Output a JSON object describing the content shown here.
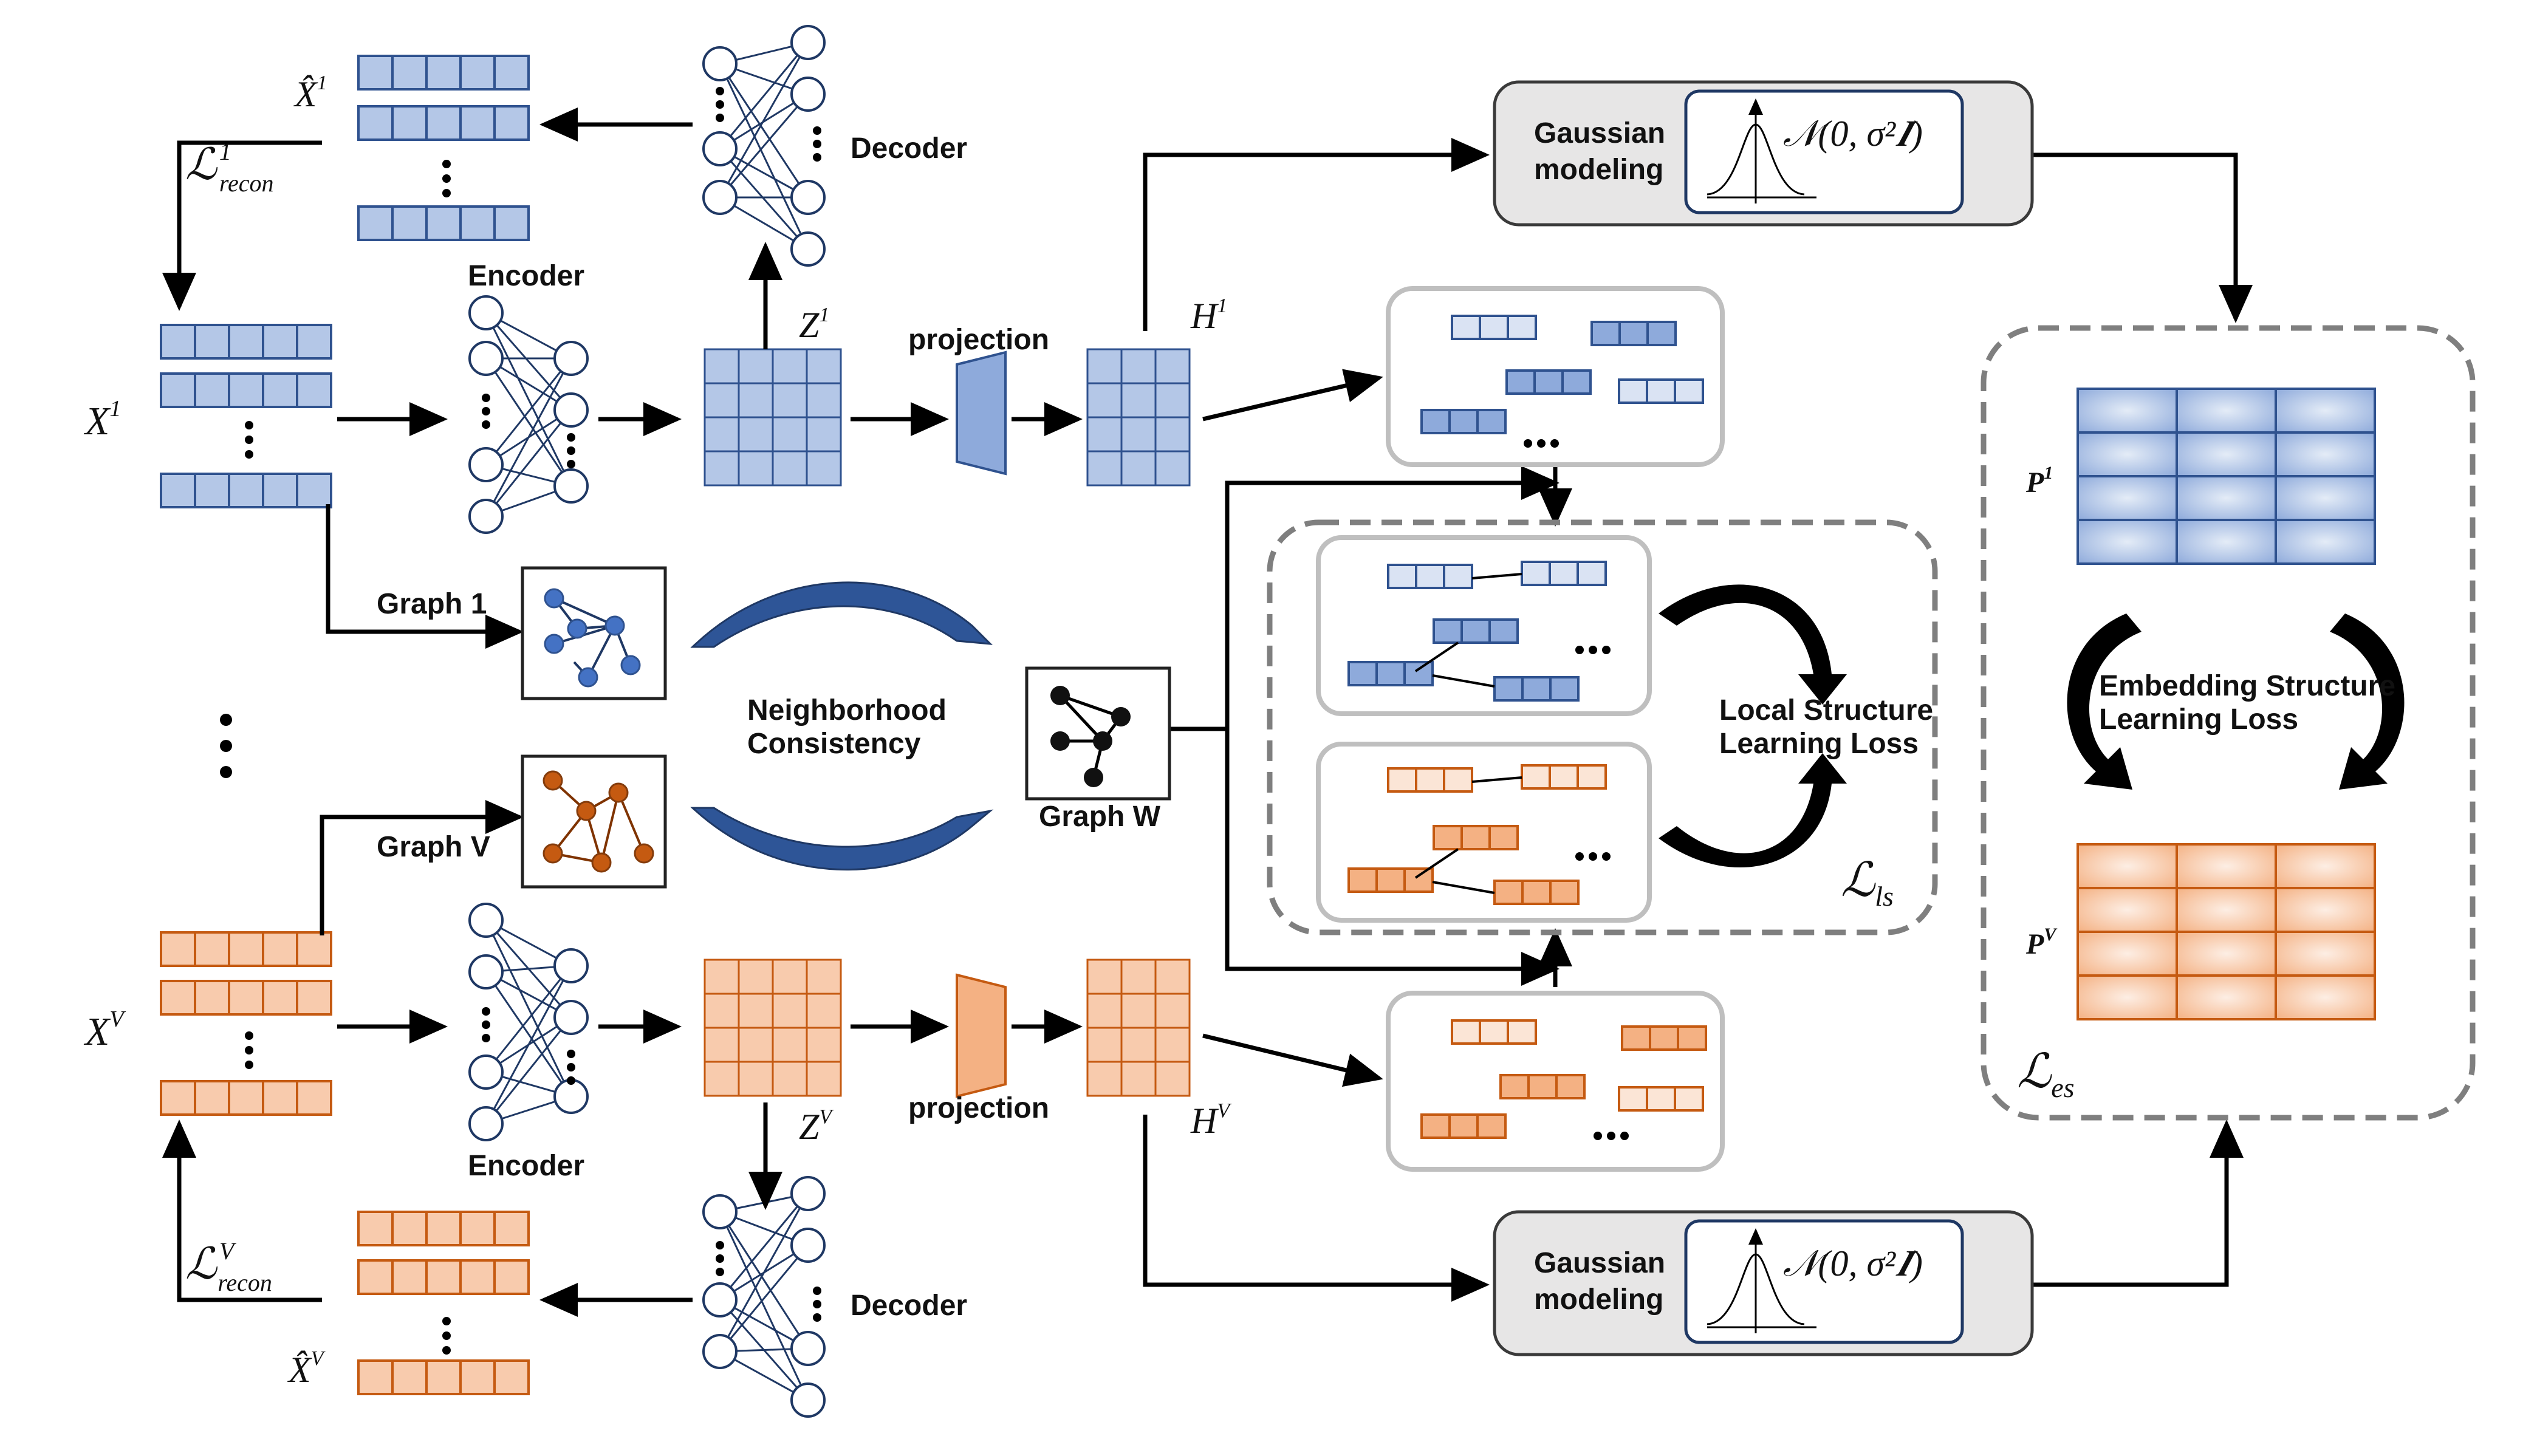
{
  "colors": {
    "blue_fill": "#b4c7e7",
    "blue_stroke": "#2f528f",
    "blue_dark": "#8eaadb",
    "blue_light": "#dae3f3",
    "orange_fill": "#f8cbad",
    "orange_stroke": "#c55a11",
    "orange_dark": "#f4b183",
    "orange_light": "#fbe5d6",
    "gray_box": "#e7e6e6",
    "dashed": "#7f7f7f",
    "arrow": "#000000",
    "curve_blue": "#2e5597"
  },
  "view1": {
    "input_label": "X",
    "input_sup": "1",
    "recon_label": "X̂",
    "recon_sup": "1",
    "loss_main": "ℒ",
    "loss_sup": "1",
    "loss_sub": "recon",
    "encoder": "Encoder",
    "decoder": "Decoder",
    "z_label": "Z",
    "z_sup": "1",
    "projection": "projection",
    "h_label": "H",
    "h_sup": "1",
    "graph": "Graph 1",
    "p_label": "P",
    "p_sup": "1"
  },
  "viewV": {
    "input_label": "X",
    "input_sup": "V",
    "recon_label": "X̂",
    "recon_sup": "V",
    "loss_main": "ℒ",
    "loss_sup": "V",
    "loss_sub": "recon",
    "encoder": "Encoder",
    "decoder": "Decoder",
    "z_label": "Z",
    "z_sup": "V",
    "projection": "projection",
    "h_label": "H",
    "h_sup": "V",
    "graph": "Graph V",
    "p_label": "P",
    "p_sup": "V"
  },
  "middle": {
    "neighborhood_line1": "Neighborhood",
    "neighborhood_line2": "Consistency",
    "graph_w": "Graph W",
    "dots": "⋮",
    "ellipsis": "…"
  },
  "gaussian": {
    "line1": "Gaussian",
    "line2": "modeling",
    "formula": "𝒩(0, σ²𝑰)"
  },
  "local_loss": {
    "line1": "Local Structure",
    "line2": "Learning Loss",
    "symbol_main": "ℒ",
    "symbol_sub": "ls"
  },
  "embedding_loss": {
    "line1": "Embedding Structure",
    "line2": "Learning Loss",
    "symbol_main": "ℒ",
    "symbol_sub": "es"
  }
}
